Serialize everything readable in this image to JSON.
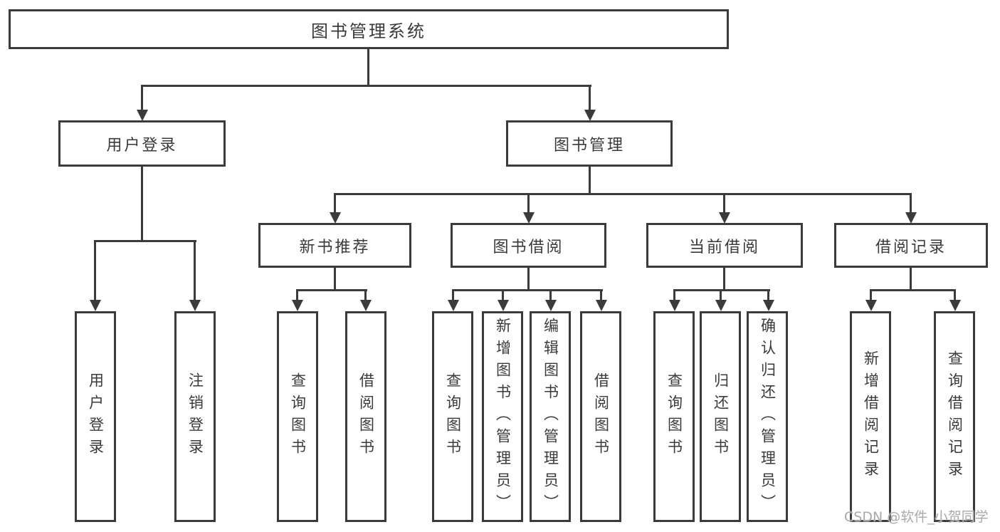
{
  "colors": {
    "line": "#3b3b3b",
    "box_fill": "#ffffff",
    "text": "#3a3a3a",
    "watermark": "#a9a9a9",
    "background": "#ffffff"
  },
  "tree": {
    "root": "图书管理系统",
    "branches": [
      {
        "label": "用户登录",
        "children": [
          "用户登录",
          "注销登录"
        ]
      },
      {
        "label": "图书管理",
        "children": [
          {
            "label": "新书推荐",
            "children": [
              "查询图书",
              "借阅图书"
            ]
          },
          {
            "label": "图书借阅",
            "children": [
              "查询图书",
              "新增图书（管理员）",
              "编辑图书（管理员）",
              "借阅图书"
            ]
          },
          {
            "label": "当前借阅",
            "children": [
              "查询图书",
              "归还图书",
              "确认归还（管理员）"
            ]
          },
          {
            "label": "借阅记录",
            "children": [
              "新增借阅记录",
              "查询借阅记录"
            ]
          }
        ]
      }
    ]
  },
  "watermark": "CSDN @软件_小贺同学"
}
